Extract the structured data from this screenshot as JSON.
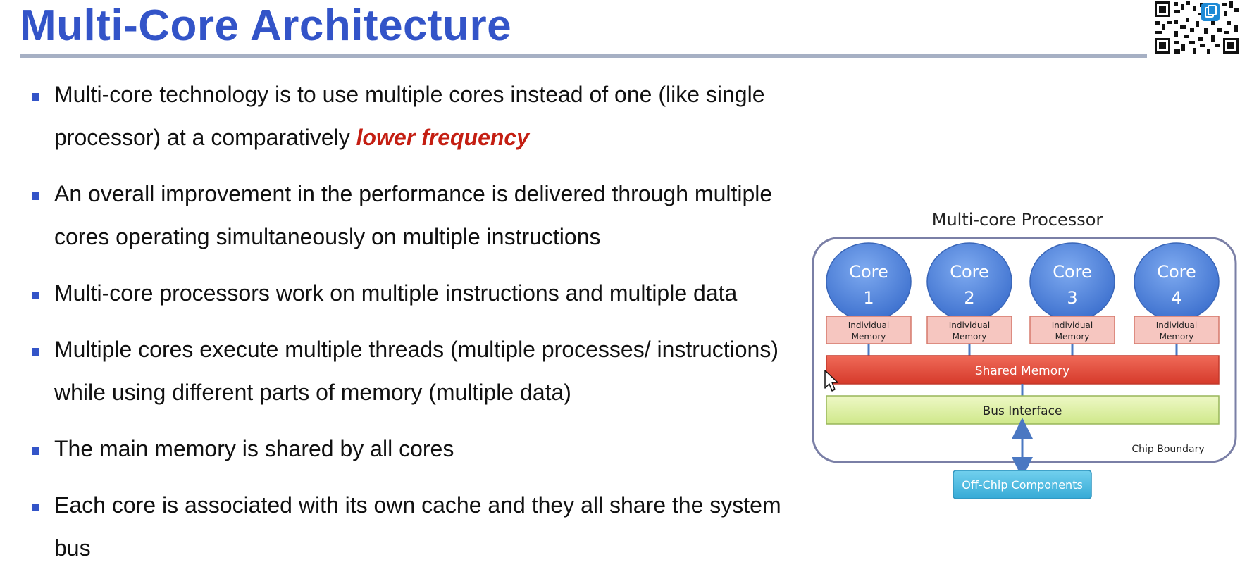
{
  "slide": {
    "title": "Multi-Core Architecture",
    "bullets": [
      {
        "before": "Multi-core technology is to use multiple cores instead of one (like single processor) at a comparatively ",
        "emphasis": "lower frequency",
        "after": ""
      },
      {
        "before": "An overall improvement in the performance is delivered through multiple cores operating simultaneously on multiple instructions",
        "emphasis": "",
        "after": ""
      },
      {
        "before": "Multi-core processors work on multiple instructions and multiple data",
        "emphasis": "",
        "after": ""
      },
      {
        "before": "Multiple cores execute multiple threads (multiple processes/ instructions) while using different parts of memory (multiple data)",
        "emphasis": "",
        "after": ""
      },
      {
        "before": "The main memory is shared by all cores",
        "emphasis": "",
        "after": ""
      },
      {
        "before": "Each core is associated with its own cache and they all share the system bus",
        "emphasis": "",
        "after": ""
      }
    ]
  },
  "diagram": {
    "title": "Multi-core Processor",
    "cores": [
      {
        "line1": "Core",
        "line2": "1",
        "memory_line1": "Individual",
        "memory_line2": "Memory"
      },
      {
        "line1": "Core",
        "line2": "2",
        "memory_line1": "Individual",
        "memory_line2": "Memory"
      },
      {
        "line1": "Core",
        "line2": "3",
        "memory_line1": "Individual",
        "memory_line2": "Memory"
      },
      {
        "line1": "Core",
        "line2": "4",
        "memory_line1": "Individual",
        "memory_line2": "Memory"
      }
    ],
    "shared_memory": "Shared Memory",
    "bus_interface": "Bus Interface",
    "chip_boundary": "Chip Boundary",
    "off_chip": "Off-Chip Components"
  },
  "colors": {
    "title": "#3354c8",
    "emphasis": "#c41e12",
    "core_fill": "#4f84dc",
    "individual_memory_fill": "#f6c6c0",
    "shared_memory_fill": "#e2483a",
    "bus_interface_fill": "#d8ee98",
    "off_chip_fill": "#4cbde0",
    "chip_border": "#7a7fa6"
  },
  "icons": {
    "qr_code": "qr-code-icon",
    "qr_badge": "copy-badge-icon",
    "cursor": "mouse-pointer-icon"
  }
}
